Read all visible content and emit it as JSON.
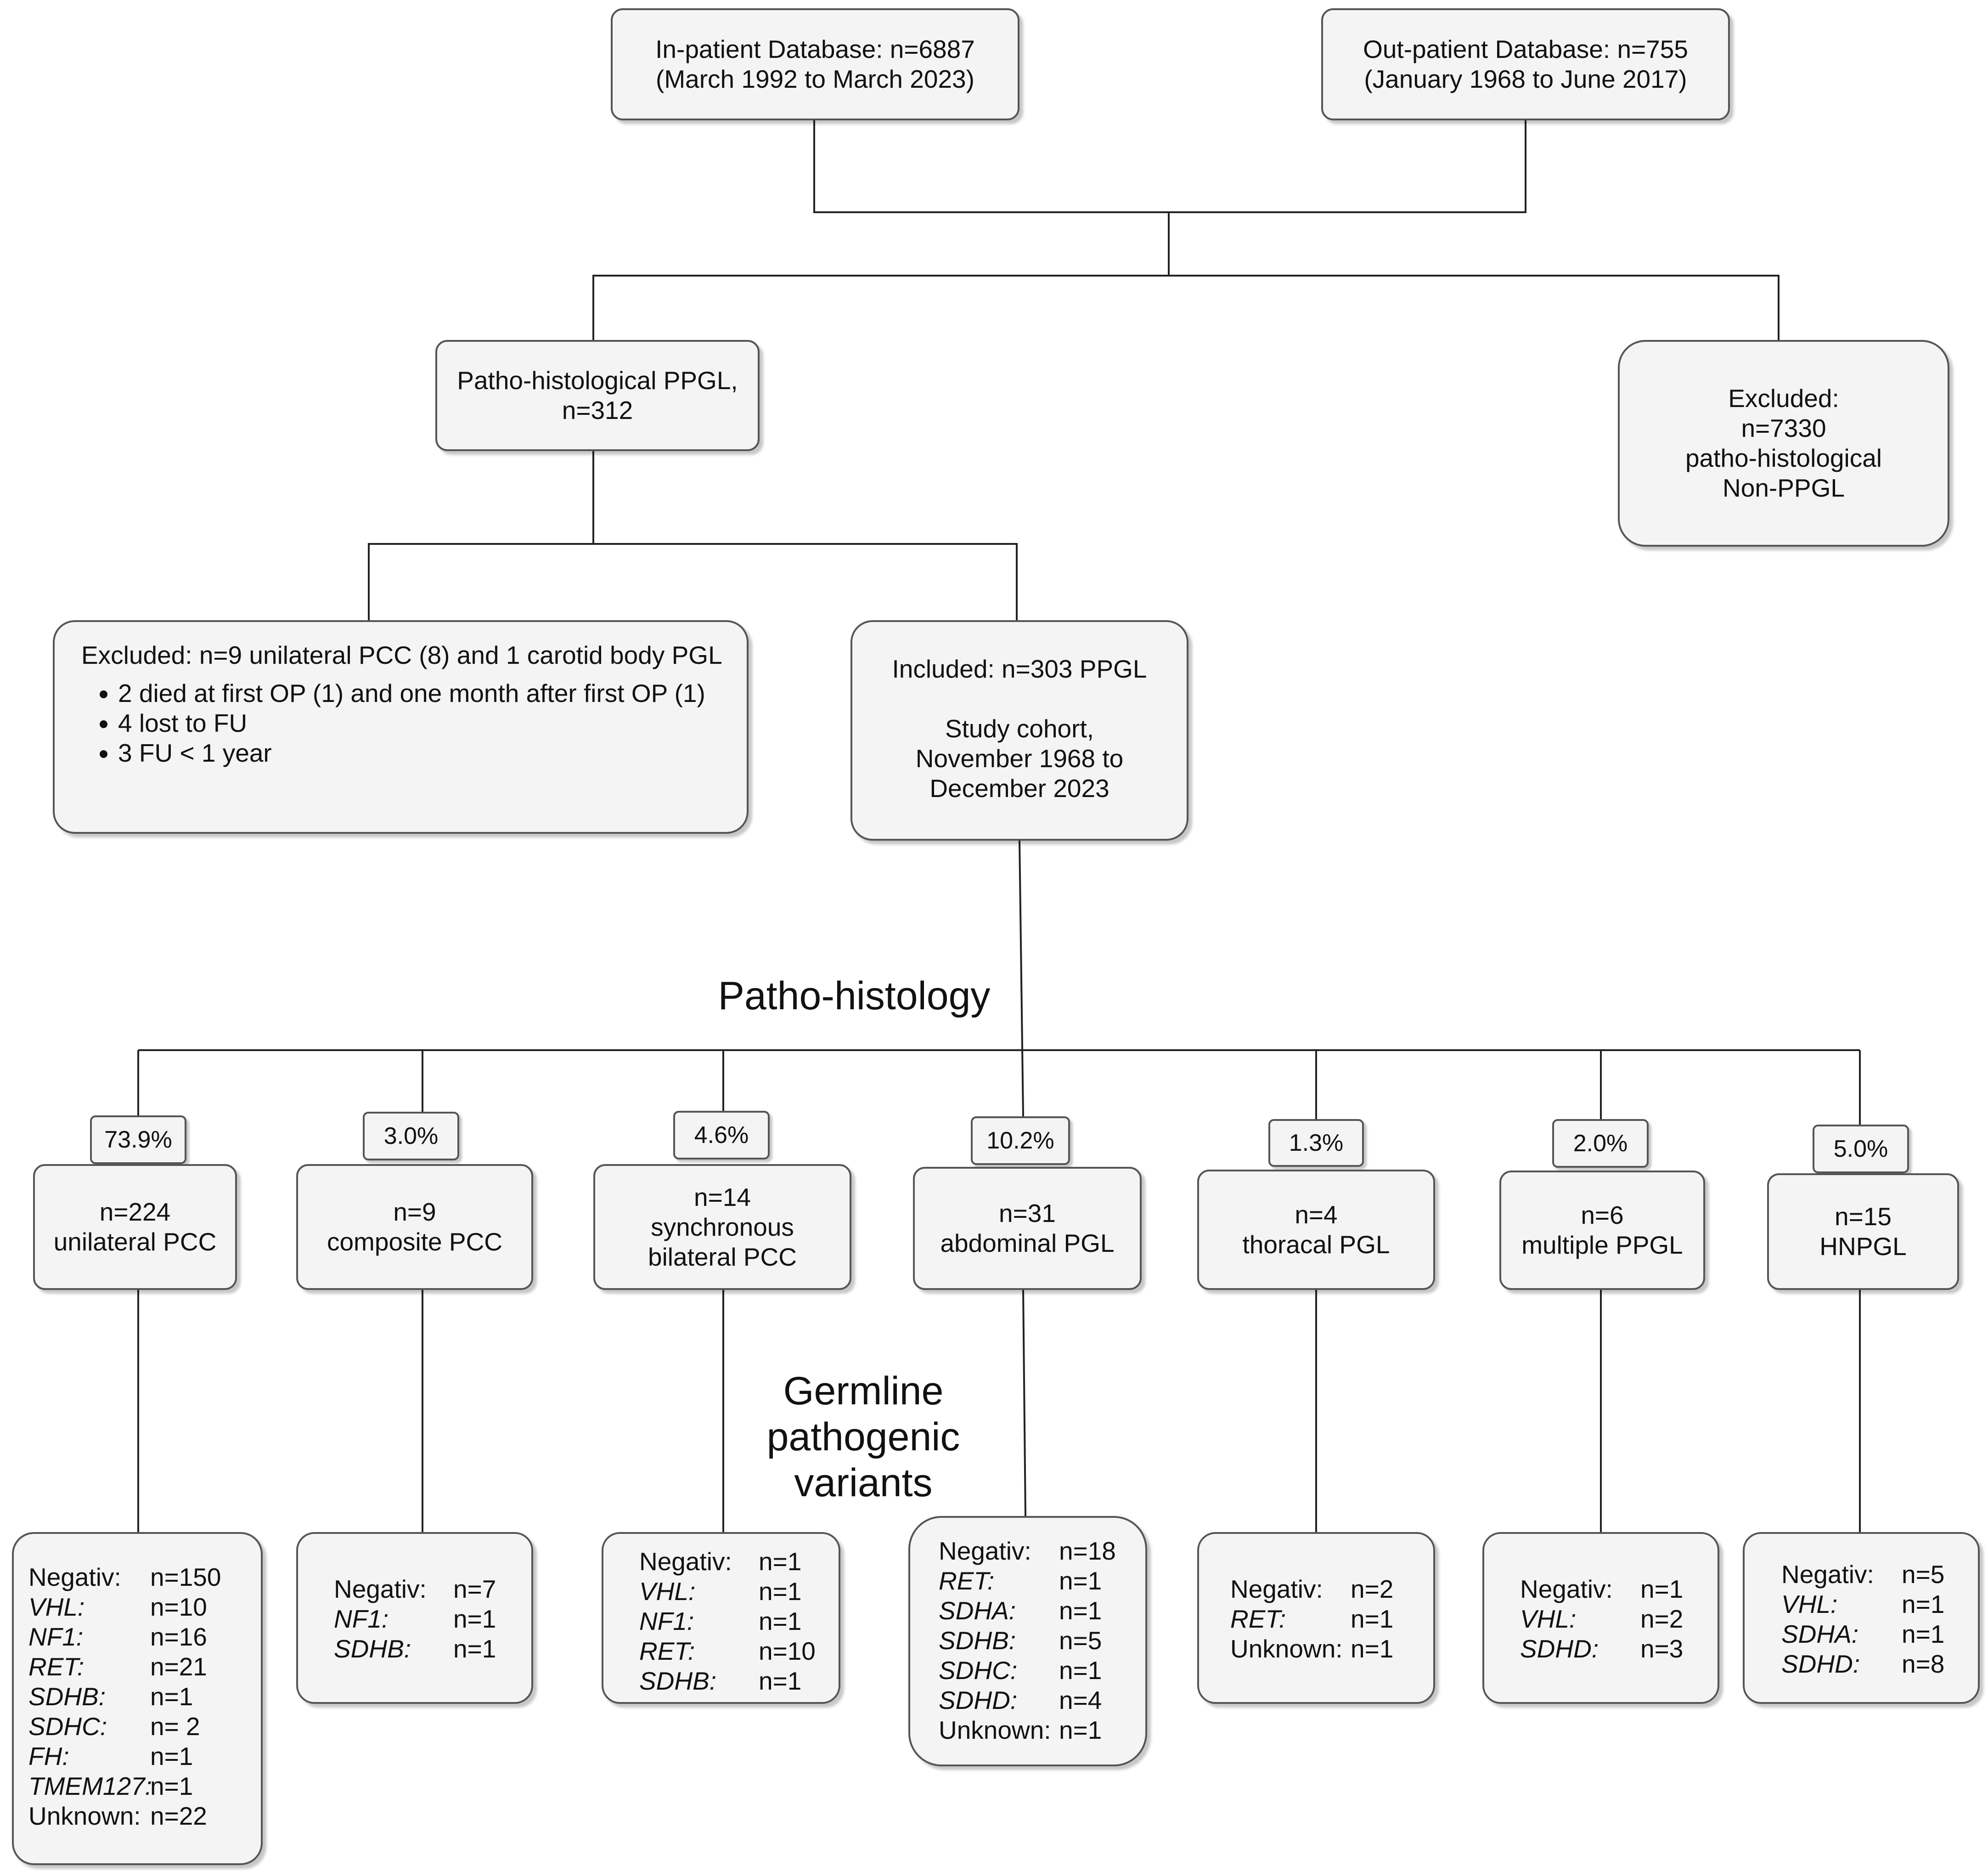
{
  "top": {
    "inpatient": {
      "line1": "In-patient Database: n=6887",
      "line2": "(March 1992 to March 2023)"
    },
    "outpatient": {
      "line1": "Out-patient Database: n=755",
      "line2": "(January 1968 to June 2017)"
    }
  },
  "patho_ppgl": {
    "line1": "Patho-histological PPGL,",
    "line2": "n=312"
  },
  "excluded_non": {
    "line1": "Excluded:",
    "line2": "n=7330",
    "line3": "patho-histological",
    "line4": "Non-PPGL"
  },
  "excluded_9": {
    "title": "Excluded: n=9 unilateral PCC (8) and 1 carotid body PGL",
    "items": [
      "2 died at first OP (1) and one month after first OP (1)",
      "4 lost to FU",
      "3 FU < 1 year"
    ]
  },
  "included": {
    "line1": "Included: n=303 PPGL",
    "line2": "Study cohort,",
    "line3": "November 1968 to",
    "line4": "December 2023"
  },
  "section_labels": {
    "patho": "Patho-histology",
    "germline1": "Germline",
    "germline2": "pathogenic",
    "germline3": "variants"
  },
  "categories": [
    {
      "pct": "73.9%",
      "lines": [
        "n=224",
        "unilateral PCC"
      ],
      "variants": [
        {
          "gene": "Negativ:",
          "italic": false,
          "value": "n=150"
        },
        {
          "gene": "VHL:",
          "italic": true,
          "value": "n=10"
        },
        {
          "gene": "NF1:",
          "italic": true,
          "value": "n=16"
        },
        {
          "gene": "RET:",
          "italic": true,
          "value": "n=21"
        },
        {
          "gene": "SDHB:",
          "italic": true,
          "value": "n=1"
        },
        {
          "gene": "SDHC:",
          "italic": true,
          "value": "n= 2"
        },
        {
          "gene": "FH:",
          "italic": true,
          "value": "n=1"
        },
        {
          "gene": "TMEM127:",
          "italic": true,
          "value": "n=1"
        },
        {
          "gene": "Unknown:",
          "italic": false,
          "value": "n=22"
        }
      ]
    },
    {
      "pct": "3.0%",
      "lines": [
        "n=9",
        "composite PCC"
      ],
      "variants": [
        {
          "gene": "Negativ:",
          "italic": false,
          "value": "n=7"
        },
        {
          "gene": "NF1:",
          "italic": true,
          "value": "n=1"
        },
        {
          "gene": "SDHB:",
          "italic": true,
          "value": "n=1"
        }
      ]
    },
    {
      "pct": "4.6%",
      "lines": [
        "n=14",
        "synchronous",
        "bilateral PCC"
      ],
      "variants": [
        {
          "gene": "Negativ:",
          "italic": false,
          "value": "n=1"
        },
        {
          "gene": "VHL:",
          "italic": true,
          "value": "n=1"
        },
        {
          "gene": "NF1:",
          "italic": true,
          "value": "n=1"
        },
        {
          "gene": "RET:",
          "italic": true,
          "value": "n=10"
        },
        {
          "gene": "SDHB:",
          "italic": true,
          "value": "n=1"
        }
      ]
    },
    {
      "pct": "10.2%",
      "lines": [
        "n=31",
        "abdominal PGL"
      ],
      "variants": [
        {
          "gene": "Negativ:",
          "italic": false,
          "value": "n=18"
        },
        {
          "gene": "RET:",
          "italic": true,
          "value": "n=1"
        },
        {
          "gene": "SDHA:",
          "italic": true,
          "value": "n=1"
        },
        {
          "gene": "SDHB:",
          "italic": true,
          "value": "n=5"
        },
        {
          "gene": "SDHC:",
          "italic": true,
          "value": "n=1"
        },
        {
          "gene": "SDHD:",
          "italic": true,
          "value": "n=4"
        },
        {
          "gene": "Unknown:",
          "italic": false,
          "value": "n=1"
        }
      ]
    },
    {
      "pct": "1.3%",
      "lines": [
        "n=4",
        "thoracal PGL"
      ],
      "variants": [
        {
          "gene": "Negativ:",
          "italic": false,
          "value": "n=2"
        },
        {
          "gene": "RET:",
          "italic": true,
          "value": "n=1"
        },
        {
          "gene": "Unknown:",
          "italic": false,
          "value": "n=1"
        }
      ]
    },
    {
      "pct": "2.0%",
      "lines": [
        "n=6",
        "multiple PPGL"
      ],
      "variants": [
        {
          "gene": "Negativ:",
          "italic": false,
          "value": "n=1"
        },
        {
          "gene": "VHL:",
          "italic": true,
          "value": "n=2"
        },
        {
          "gene": "SDHD:",
          "italic": true,
          "value": "n=3"
        }
      ]
    },
    {
      "pct": "5.0%",
      "lines": [
        "n=15",
        "HNPGL"
      ],
      "variants": [
        {
          "gene": "Negativ:",
          "italic": false,
          "value": "n=5"
        },
        {
          "gene": "VHL:",
          "italic": true,
          "value": "n=1"
        },
        {
          "gene": "SDHA:",
          "italic": true,
          "value": "n=1"
        },
        {
          "gene": "SDHD:",
          "italic": true,
          "value": "n=8"
        }
      ]
    }
  ]
}
